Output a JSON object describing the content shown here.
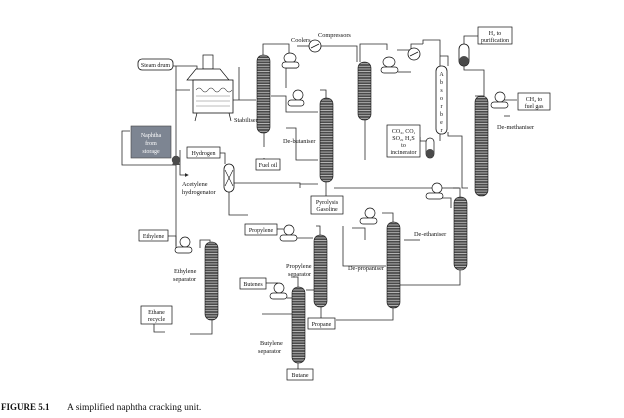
{
  "labels": {
    "steam_drum": "Steam drum",
    "naphtha_storage": [
      "Naphtha",
      "from",
      "storage"
    ],
    "stabiliser": "Stabiliser",
    "fuel_oil": "Fuel oil",
    "coolers": "Coolers",
    "compressors": "Compressors",
    "de_butaniser": "De-butaniser",
    "absorber": [
      "A",
      "b",
      "s",
      "o",
      "r",
      "b",
      "e",
      "r"
    ],
    "h2_purification": [
      "H₂ to",
      "purification"
    ],
    "ch4_fuel_gas": [
      "CH₄ to",
      "fuel gas"
    ],
    "co2_box": [
      "CO₂, CO,",
      "SO₂, H₂S",
      "to",
      "incinerator"
    ],
    "de_methaniser": "De-methaniser",
    "hydrogen": "Hydrogen",
    "acetylene_hydrogenator": [
      "Acetylene",
      "hydrogenator"
    ],
    "pyrolysis_gasoline": [
      "Pyrolysis",
      "Gasoline"
    ],
    "de_ethaniser": "De-ethaniser",
    "ethylene": "Ethylene",
    "ethylene_separator": [
      "Ethylene",
      "separator"
    ],
    "ethane_recycle": [
      "Ethane",
      "recycle"
    ],
    "propylene": "Propylene",
    "propylene_separator": [
      "Propylene",
      "separator"
    ],
    "de_propaniser": "De-propaniser",
    "butenes": "Butenes",
    "butylene_separator": [
      "Butylene",
      "separator"
    ],
    "propane": "Propane",
    "butane": "Butane"
  },
  "caption": {
    "figure": "FIGURE 5.1",
    "text": "A simplified naphtha cracking unit."
  },
  "colors": {
    "naphtha_box": "#7d8592",
    "column_fill": "#4a4a4a",
    "line": "#2a2a2a"
  }
}
